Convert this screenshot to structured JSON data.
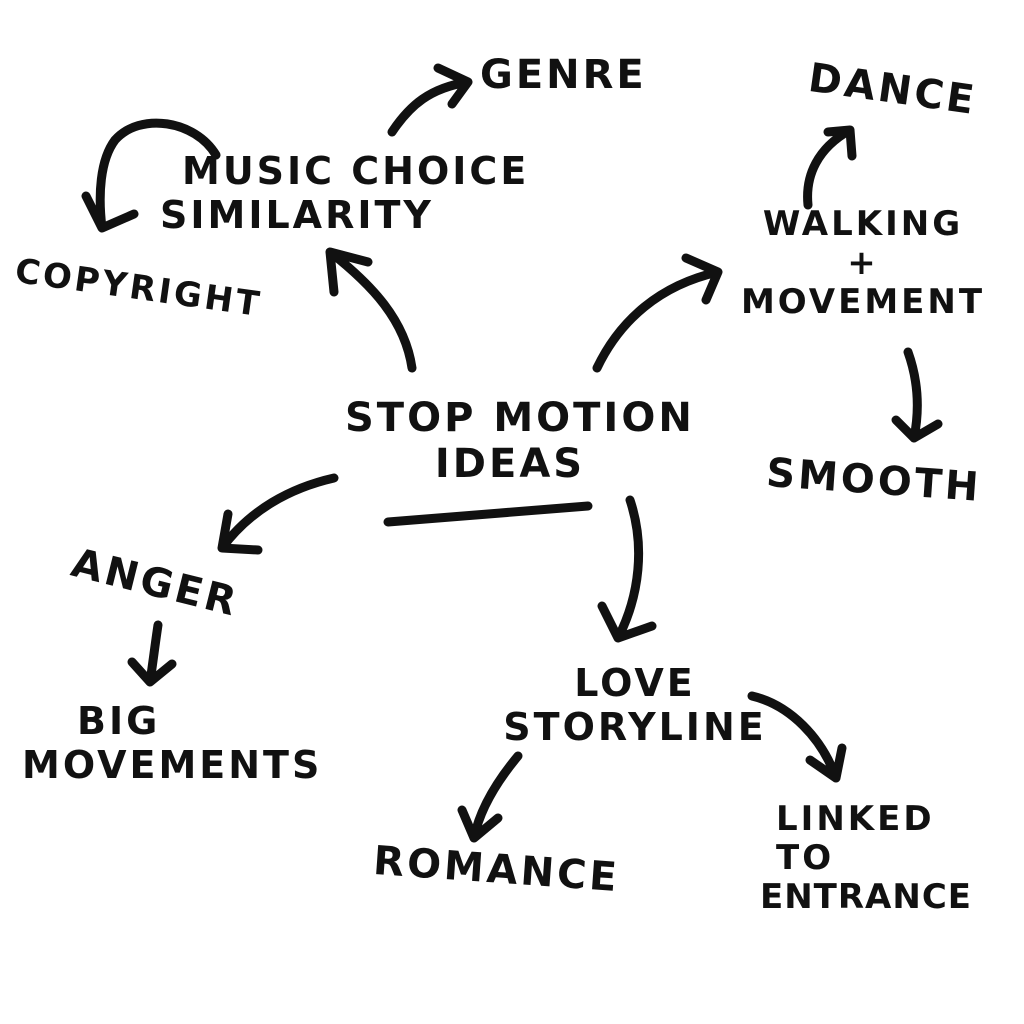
{
  "diagram": {
    "center": {
      "line1": "STOP MOTION",
      "line2": "IDEAS"
    },
    "music": {
      "line1": "MUSIC CHOICE",
      "line2": "SIMILARITY"
    },
    "genre": "GENRE",
    "copyright": "COPYRIGHT",
    "walking": {
      "line1": "WALKING",
      "line2": "+",
      "line3": "MOVEMENT"
    },
    "dance": "DANCE",
    "smooth": "SMOOTH",
    "anger": "ANGER",
    "big_movements": {
      "line1": "BIG",
      "line2": "MOVEMENTS"
    },
    "love": {
      "line1": "LOVE",
      "line2": "STORYLINE"
    },
    "romance": "ROMANCE",
    "linked": {
      "line1": "LINKED",
      "line2": "TO",
      "line3": "ENTRANCE"
    }
  }
}
